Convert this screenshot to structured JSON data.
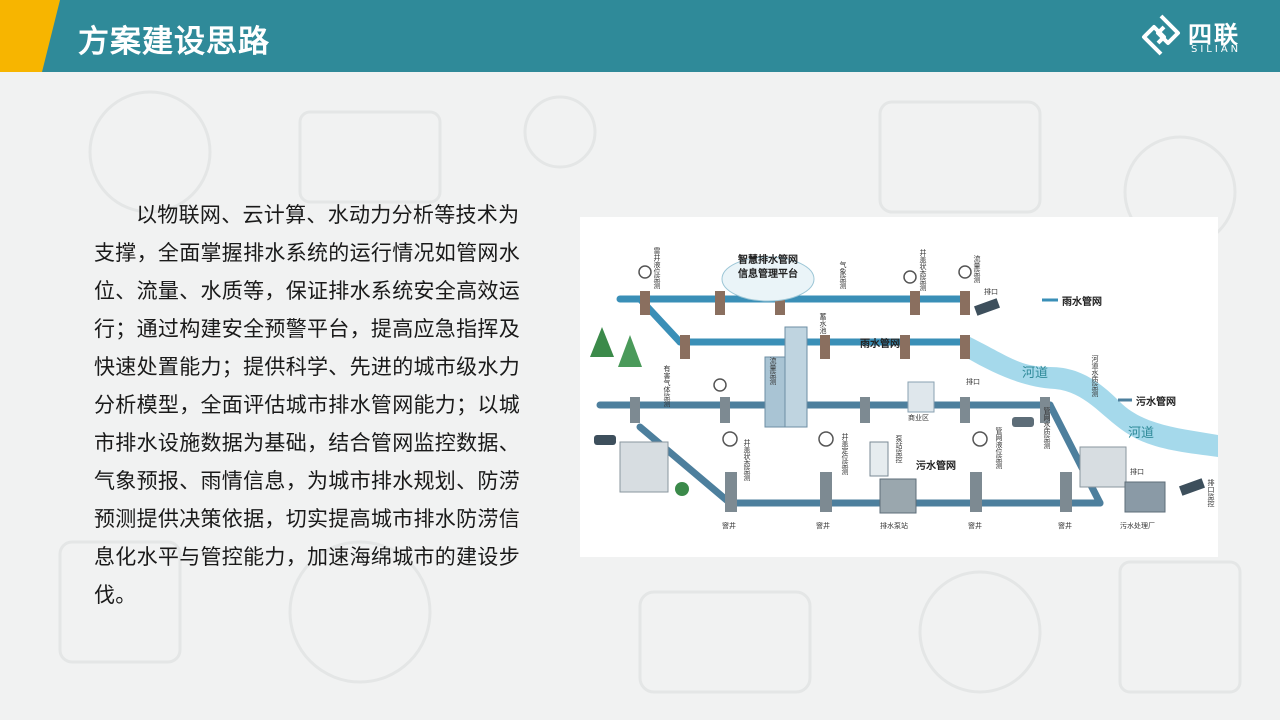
{
  "header": {
    "title": "方案建设思路",
    "brand_name": "四联",
    "brand_sub": "SILIAN"
  },
  "body": {
    "paragraph": "以物联网、云计算、水动力分析等技术为支撑，全面掌握排水系统的运行情况如管网水位、流量、水质等，保证排水系统安全高效运行；通过构建安全预警平台，提高应急指挥及快速处置能力；提供科学、先进的城市级水力分析模型，全面评估城市排水管网能力；以城市排水设施数据为基础，结合管网监控数据、气象预报、雨情信息，为城市排水规划、防涝预测提供决策依据，切实提高城市排水防涝信息化水平与管控能力，加速海绵城市的建设步伐。"
  },
  "diagram": {
    "platform_label": "智慧排水管网\n信息管理平台",
    "rain_network": "雨水管网",
    "sewage_network": "污水管网",
    "legend_rain": "雨水管网",
    "legend_sewage": "污水管网",
    "river": "河道",
    "river2": "河道",
    "outlet1": "排口",
    "outlet2": "排口",
    "outlet3": "排口",
    "commercial": "商业区",
    "pump_station": "排水泵站",
    "sewage_plant": "污水处理厂",
    "well1": "窨井",
    "well2": "窨井",
    "well3": "窨井",
    "well4": "窨井",
    "v_rain_level": "雷井液位监测",
    "v_weather": "气象监测",
    "v_well_cover": "井盖状态监测",
    "v_flow": "流量监测",
    "v_river_quality": "河道水质监测",
    "v_gas": "有害气体监测",
    "v_flow2": "流量监测",
    "v_well_state": "井盖状态监测",
    "v_well_pos": "井盖定位监测",
    "v_pump": "泵站监控",
    "v_level": "管网液位监测",
    "v_quality": "管网水质监测",
    "v_outlet": "排口监控",
    "v_storage": "蓄水池"
  },
  "colors": {
    "header": "#2f8a99",
    "accent": "#f7b500",
    "rain_pipe": "#3a8fb7",
    "sewage_pipe": "#5a8aa6"
  }
}
